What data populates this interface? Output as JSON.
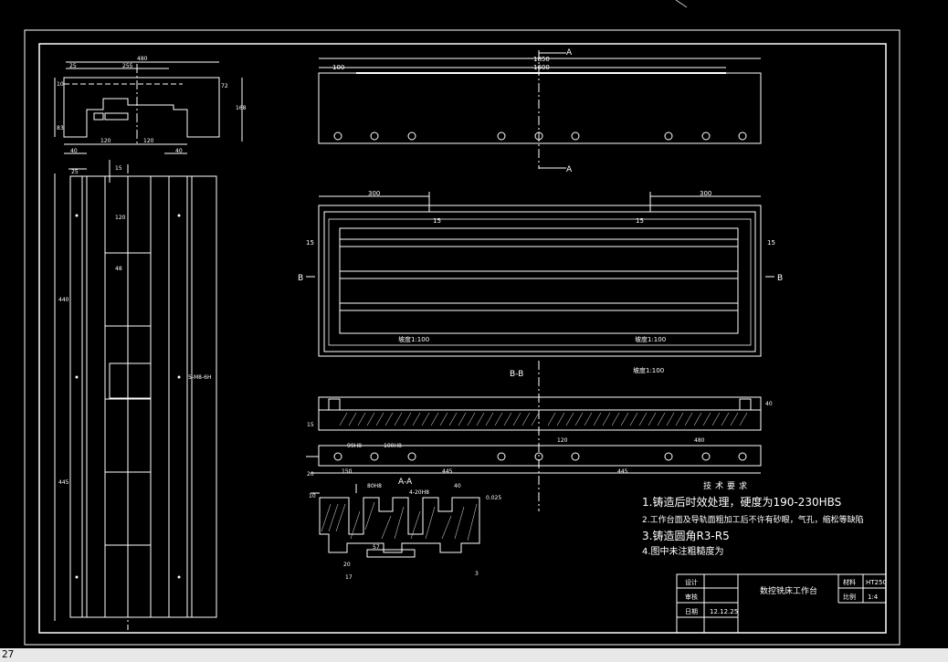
{
  "title_block": {
    "drawing_name": "数控铣床工作台",
    "material_label": "材料",
    "material": "HT250",
    "scale_label": "比例",
    "scale": "1:4",
    "designer_label": "设计",
    "checker_label": "审核",
    "date_label": "日期",
    "date": "12.12.25"
  },
  "tech_requirements": {
    "heading": "技术要求",
    "items": [
      "1.铸造后时效处理，硬度为190-230HBS",
      "2.工作台面及导轨面粗加工后不许有砂眼，气孔，缩松等缺陷",
      "3.铸造圆角R3-R5",
      "4.图中未注粗糙度为"
    ]
  },
  "section_labels": {
    "aa_top": "A",
    "aa_bottom": "A",
    "b_left": "B",
    "b_right": "B",
    "bb": "B-B",
    "aa_section": "A-A"
  },
  "dimensions": {
    "end_view": [
      "480",
      "25",
      "255",
      "10",
      "72",
      "168",
      "83",
      "120",
      "120",
      "40",
      "40"
    ],
    "plan_left": [
      "25",
      "15",
      "120",
      "48",
      "440",
      "445",
      "5-M8-6H"
    ],
    "front_top": [
      "1850",
      "100",
      "1600"
    ],
    "tray_top": [
      "300",
      "300",
      "15",
      "15",
      "15",
      "15"
    ],
    "tray_slope_1": "坡度1:100",
    "tray_slope_2": "坡度1:100",
    "tray_slope_3": "坡度1:100",
    "bb_dims": [
      "40",
      "15",
      "20",
      "120",
      "480",
      "150",
      "445",
      "445",
      "99H8",
      "100H8"
    ],
    "aa_dims": [
      "80H8",
      "4-20H8",
      "40",
      "0.025",
      "57",
      "20",
      "17",
      "10",
      "3"
    ]
  },
  "status_bar": {
    "text": "27"
  }
}
